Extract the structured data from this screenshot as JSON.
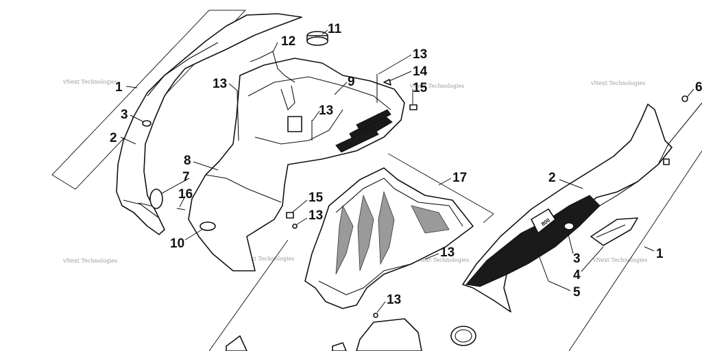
{
  "diagram": {
    "callouts": {
      "c1_left": "1",
      "c3_left": "3",
      "c2_left": "2",
      "c12": "12",
      "c11": "11",
      "c13_a": "13",
      "c9": "9",
      "c13_b": "13",
      "c13_c": "13",
      "c14": "14",
      "c15_a": "15",
      "c8": "8",
      "c7": "7",
      "c16": "16",
      "c10": "10",
      "c15_b": "15",
      "c13_d": "13",
      "c17": "17",
      "c13_e": "13",
      "c13_f": "13",
      "c6": "6",
      "c2_right": "2",
      "c1_right": "1",
      "c3_right": "3",
      "c4": "4",
      "c5": "5"
    },
    "watermark_text": "vNext Technologies",
    "hood_badge_text": "800"
  }
}
